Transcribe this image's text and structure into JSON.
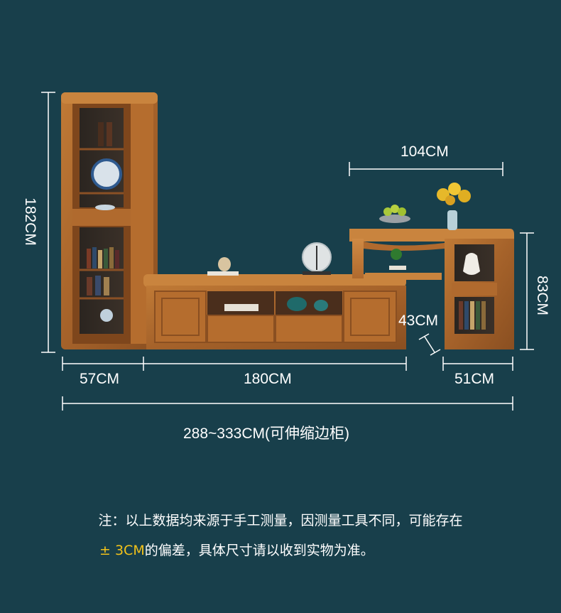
{
  "dimensions": {
    "tall_cabinet_height": "182CM",
    "side_unit_top_width": "104CM",
    "side_unit_height": "83CM",
    "side_unit_depth": "43CM",
    "tall_cabinet_width": "57CM",
    "tv_stand_width": "180CM",
    "side_unit_width": "51CM",
    "total_width": "288~333CM(可伸缩边柜)"
  },
  "note": {
    "line1": "注：以上数据均来源于手工测量，因测量工具不同，可能存在",
    "tolerance": "± 3CM",
    "line2_rest": "的偏差，具体尺寸请以收到实物为准。"
  },
  "colors": {
    "background": "#183f4b",
    "text": "#ffffff",
    "highlight": "#f2c21a",
    "wood": "#a8642a"
  }
}
